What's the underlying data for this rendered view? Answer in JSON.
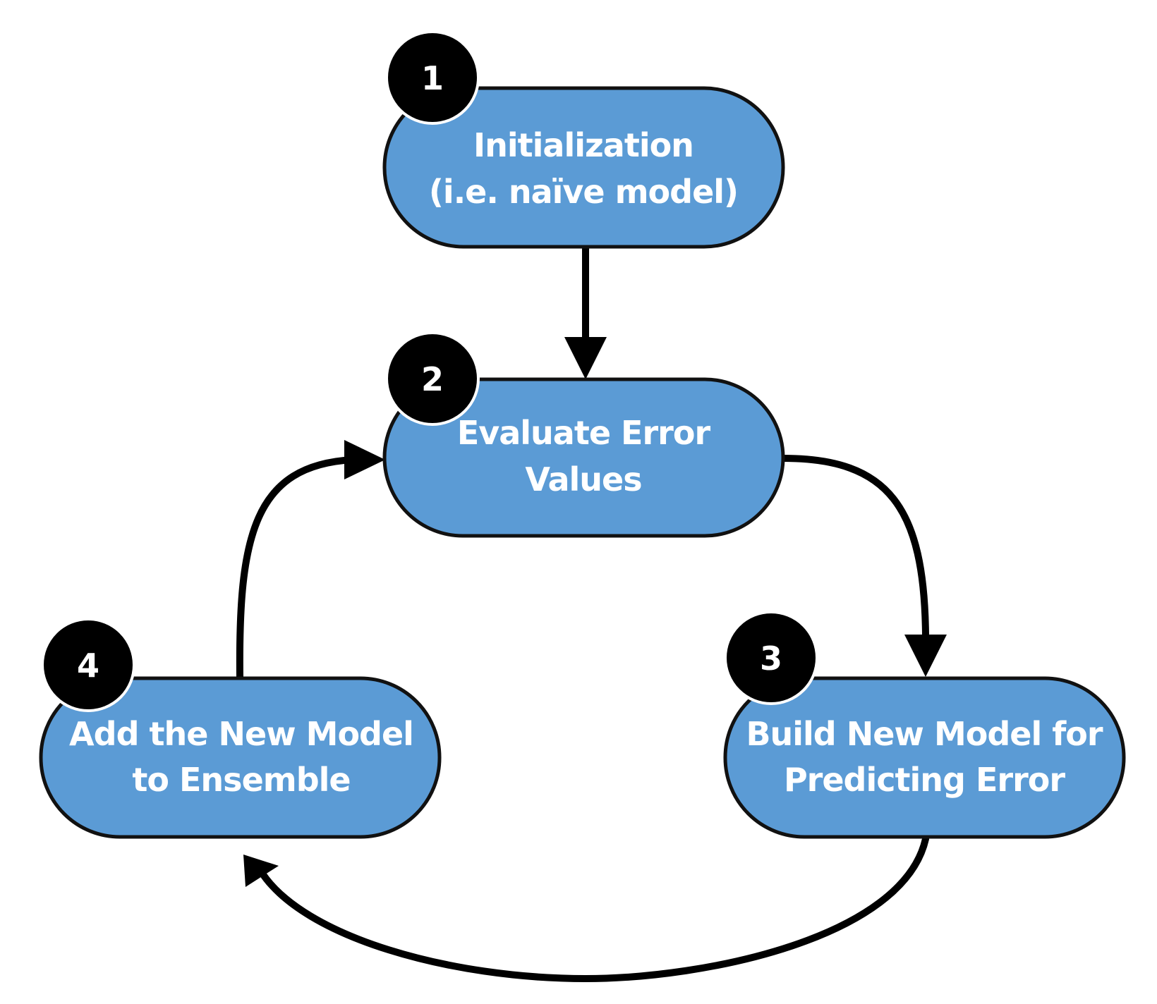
{
  "diagram": {
    "nodes": [
      {
        "id": "initialization",
        "step": "1",
        "lines": [
          "Initialization",
          "(i.e. naïve model)"
        ]
      },
      {
        "id": "evaluate-error",
        "step": "2",
        "lines": [
          "Evaluate Error",
          "Values"
        ]
      },
      {
        "id": "build-new-model",
        "step": "3",
        "lines": [
          "Build New Model for",
          "Predicting Error"
        ]
      },
      {
        "id": "add-to-ensemble",
        "step": "4",
        "lines": [
          "Add the New Model",
          "to Ensemble"
        ]
      }
    ],
    "edges": [
      {
        "from": "initialization",
        "to": "evaluate-error"
      },
      {
        "from": "evaluate-error",
        "to": "build-new-model"
      },
      {
        "from": "build-new-model",
        "to": "add-to-ensemble"
      },
      {
        "from": "add-to-ensemble",
        "to": "evaluate-error"
      }
    ],
    "colors": {
      "node_fill": "#5b9bd5",
      "node_border": "#111111",
      "badge_fill": "#000000",
      "text": "#ffffff",
      "arrow": "#000000"
    }
  }
}
